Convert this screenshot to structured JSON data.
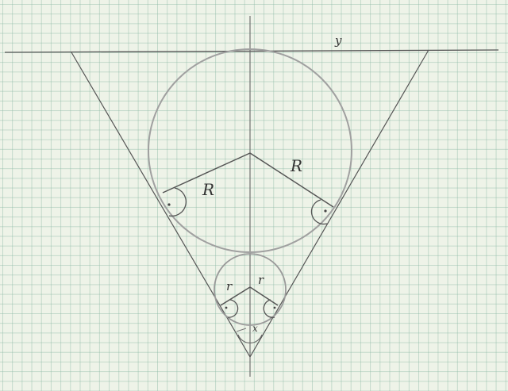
{
  "figure": {
    "labels": {
      "top_line": "y",
      "big_radius_left": "R",
      "big_radius_right": "R",
      "small_radius_left": "r",
      "small_radius_right": "r",
      "apex_angle": "x"
    },
    "colors": {
      "paper": "#eef3e8",
      "grid": "#8cb9a5",
      "ink": "#555555",
      "circle": "#9a9a9a"
    }
  }
}
